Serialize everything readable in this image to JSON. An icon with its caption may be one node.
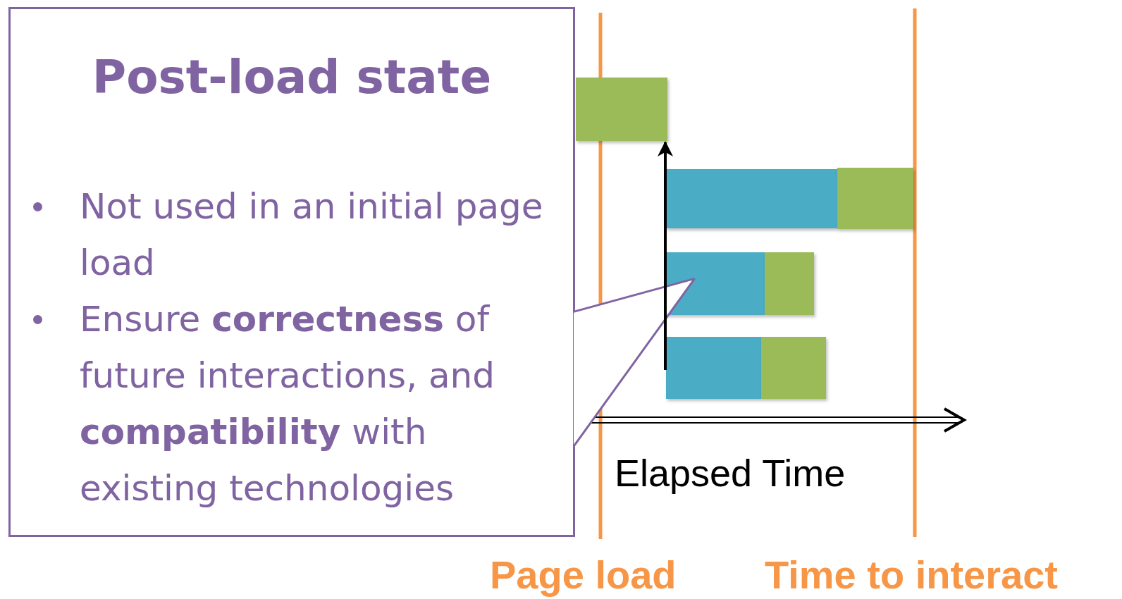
{
  "diagram": {
    "nodes": [
      {
        "text": [
          "Post-load state",
          "Not used in an initial page load",
          "Ensure **correctness** of future interactions, and **compatibility** with existing technologies"
        ]
      },
      {
        "text": [],
        "shape": "bar"
      },
      {
        "text": [],
        "shape": "bar"
      },
      {
        "text": [],
        "shape": "bar"
      },
      {
        "text": [],
        "shape": "bar"
      },
      {
        "text": [],
        "shape": "bar"
      },
      {
        "text": [],
        "shape": "bar"
      },
      {
        "text": [],
        "shape": "bar"
      }
    ],
    "edges": [
      {
        "from": 0,
        "to": 4,
        "arrow": "none",
        "color": "#8064a2"
      },
      {
        "from": 6,
        "to": 1,
        "arrow": "to",
        "color": "#000000"
      }
    ],
    "labels": [
      "Elapsed Time",
      "Page load",
      "Time to interact"
    ]
  }
}
